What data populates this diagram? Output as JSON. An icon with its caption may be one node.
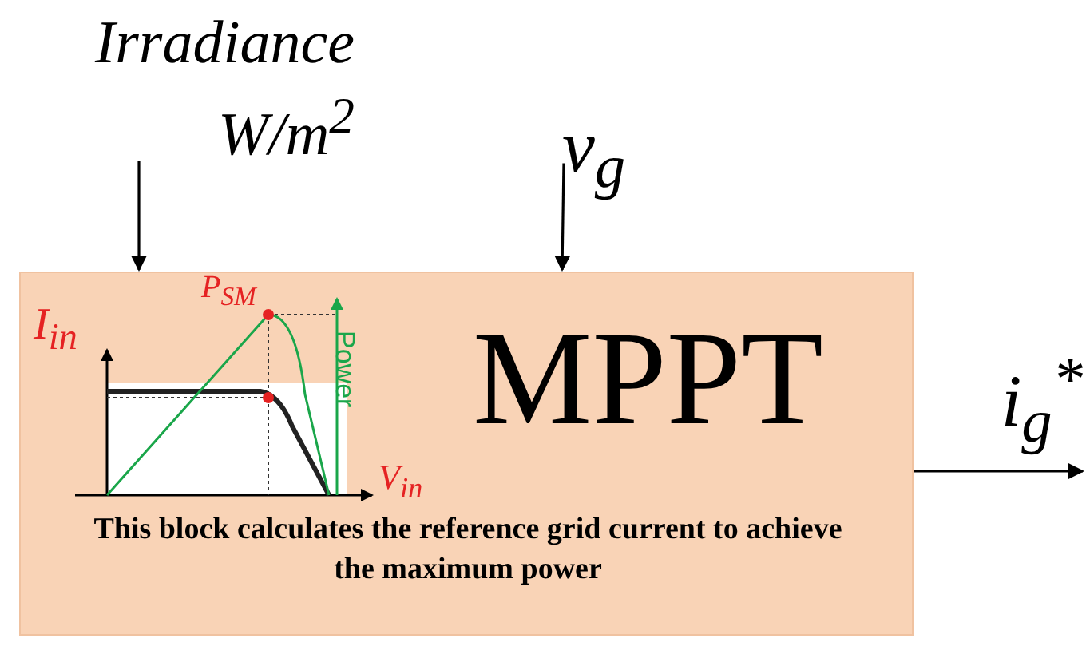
{
  "diagram": {
    "nodes": [
      {
        "text": [
          "MPPT",
          "This block calculates the reference grid current to achieve the maximum power"
        ]
      },
      {
        "text": [
          "Irradiance W/m$^{2}$"
        ]
      },
      {
        "text": [
          "v$_{g}$"
        ]
      },
      {
        "text": [
          "i$_{g}$$^{*}$"
        ]
      }
    ],
    "edges": [
      {
        "from": 1,
        "to": 0,
        "arrow": "to"
      },
      {
        "from": 2,
        "to": 0,
        "arrow": "to"
      },
      {
        "from": 0,
        "to": 3,
        "arrow": "to"
      }
    ],
    "labels": [
      "P$_{SM}$",
      "I$_{in}$",
      "Power",
      "V$_{in}$"
    ]
  }
}
